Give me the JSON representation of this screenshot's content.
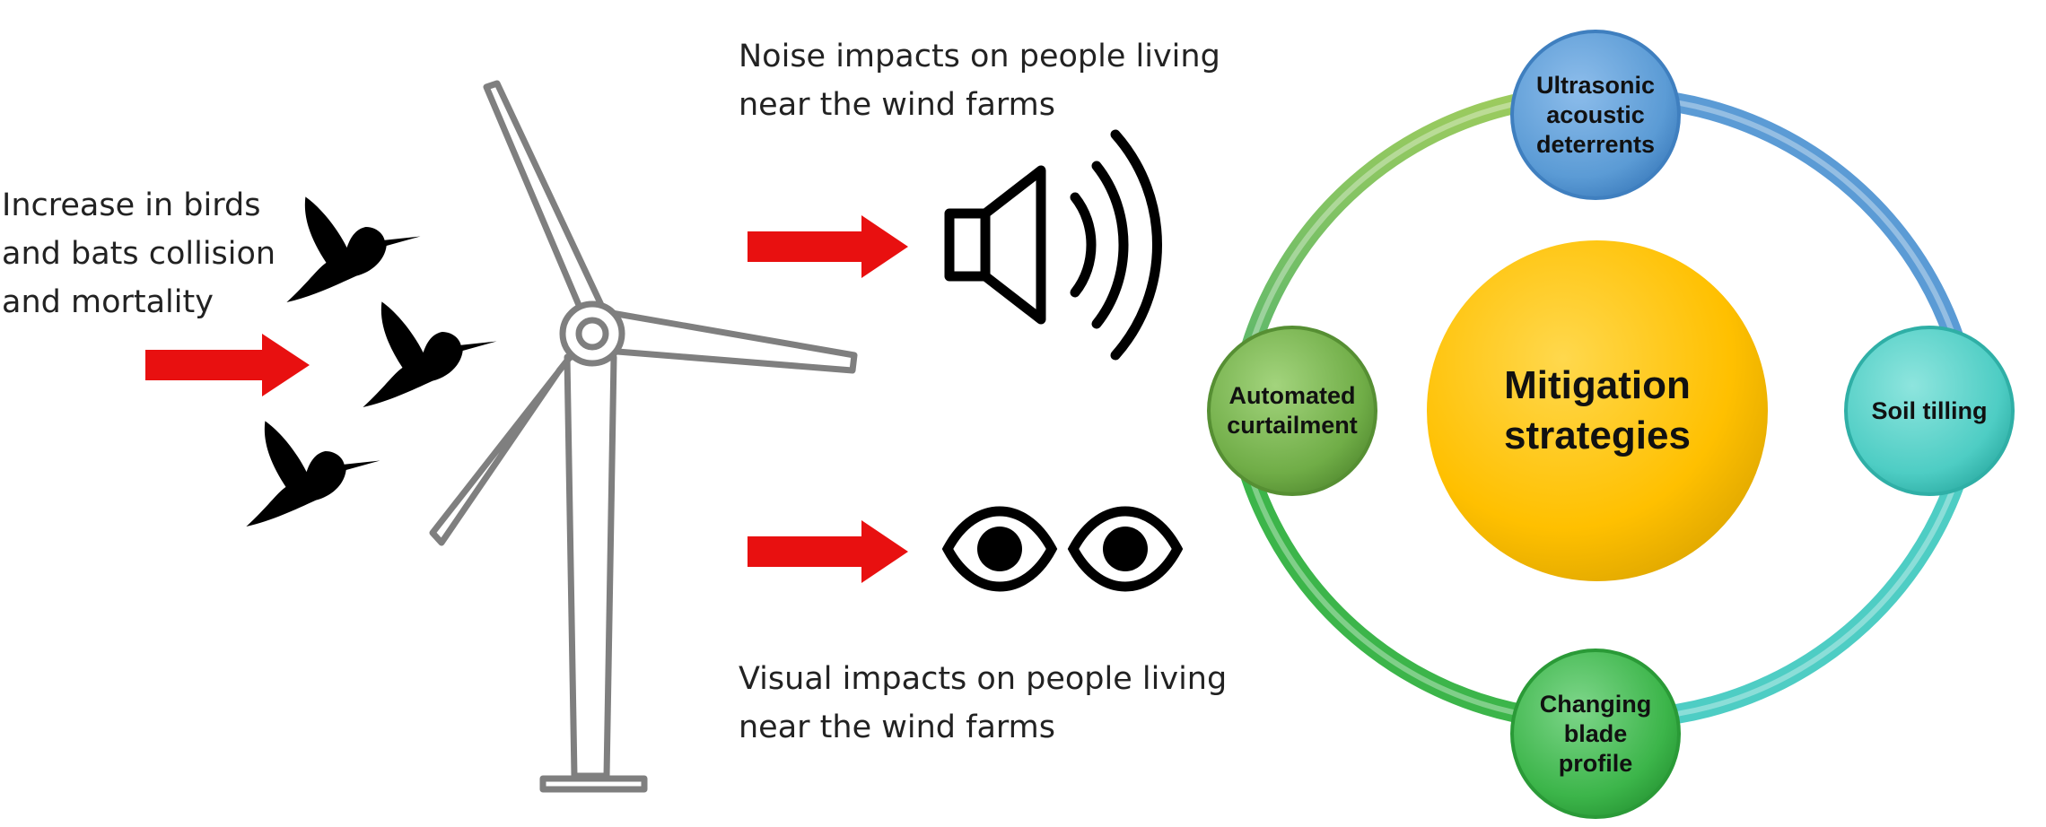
{
  "left_label": {
    "lines": [
      "Increase in birds",
      "and bats collision",
      "and mortality"
    ]
  },
  "noise_label": {
    "lines": [
      "Noise impacts on people living",
      "near the wind farms"
    ]
  },
  "visual_label": {
    "lines": [
      "Visual impacts on people living",
      "near the wind farms"
    ]
  },
  "mitigation": {
    "center": {
      "lines": [
        "Mitigation",
        "strategies"
      ],
      "color": "#FFC000"
    },
    "nodes": [
      {
        "id": "ultrasonic",
        "lines": [
          "Ultrasonic",
          "acoustic",
          "deterrents"
        ],
        "color": "#5B9BD5"
      },
      {
        "id": "soil",
        "lines": [
          "Soil tilling"
        ],
        "color": "#4ECDC4"
      },
      {
        "id": "blade",
        "lines": [
          "Changing",
          "blade",
          "profile"
        ],
        "color": "#3CB54A"
      },
      {
        "id": "curtailment",
        "lines": [
          "Automated",
          "curtailment"
        ],
        "color": "#70AD47"
      }
    ]
  },
  "colors": {
    "arrow": "#E81010",
    "turbine": "#7F7F7F",
    "icon": "#000000"
  },
  "icons": [
    "bird-icon",
    "wind-turbine-icon",
    "speaker-icon",
    "eye-icon"
  ]
}
